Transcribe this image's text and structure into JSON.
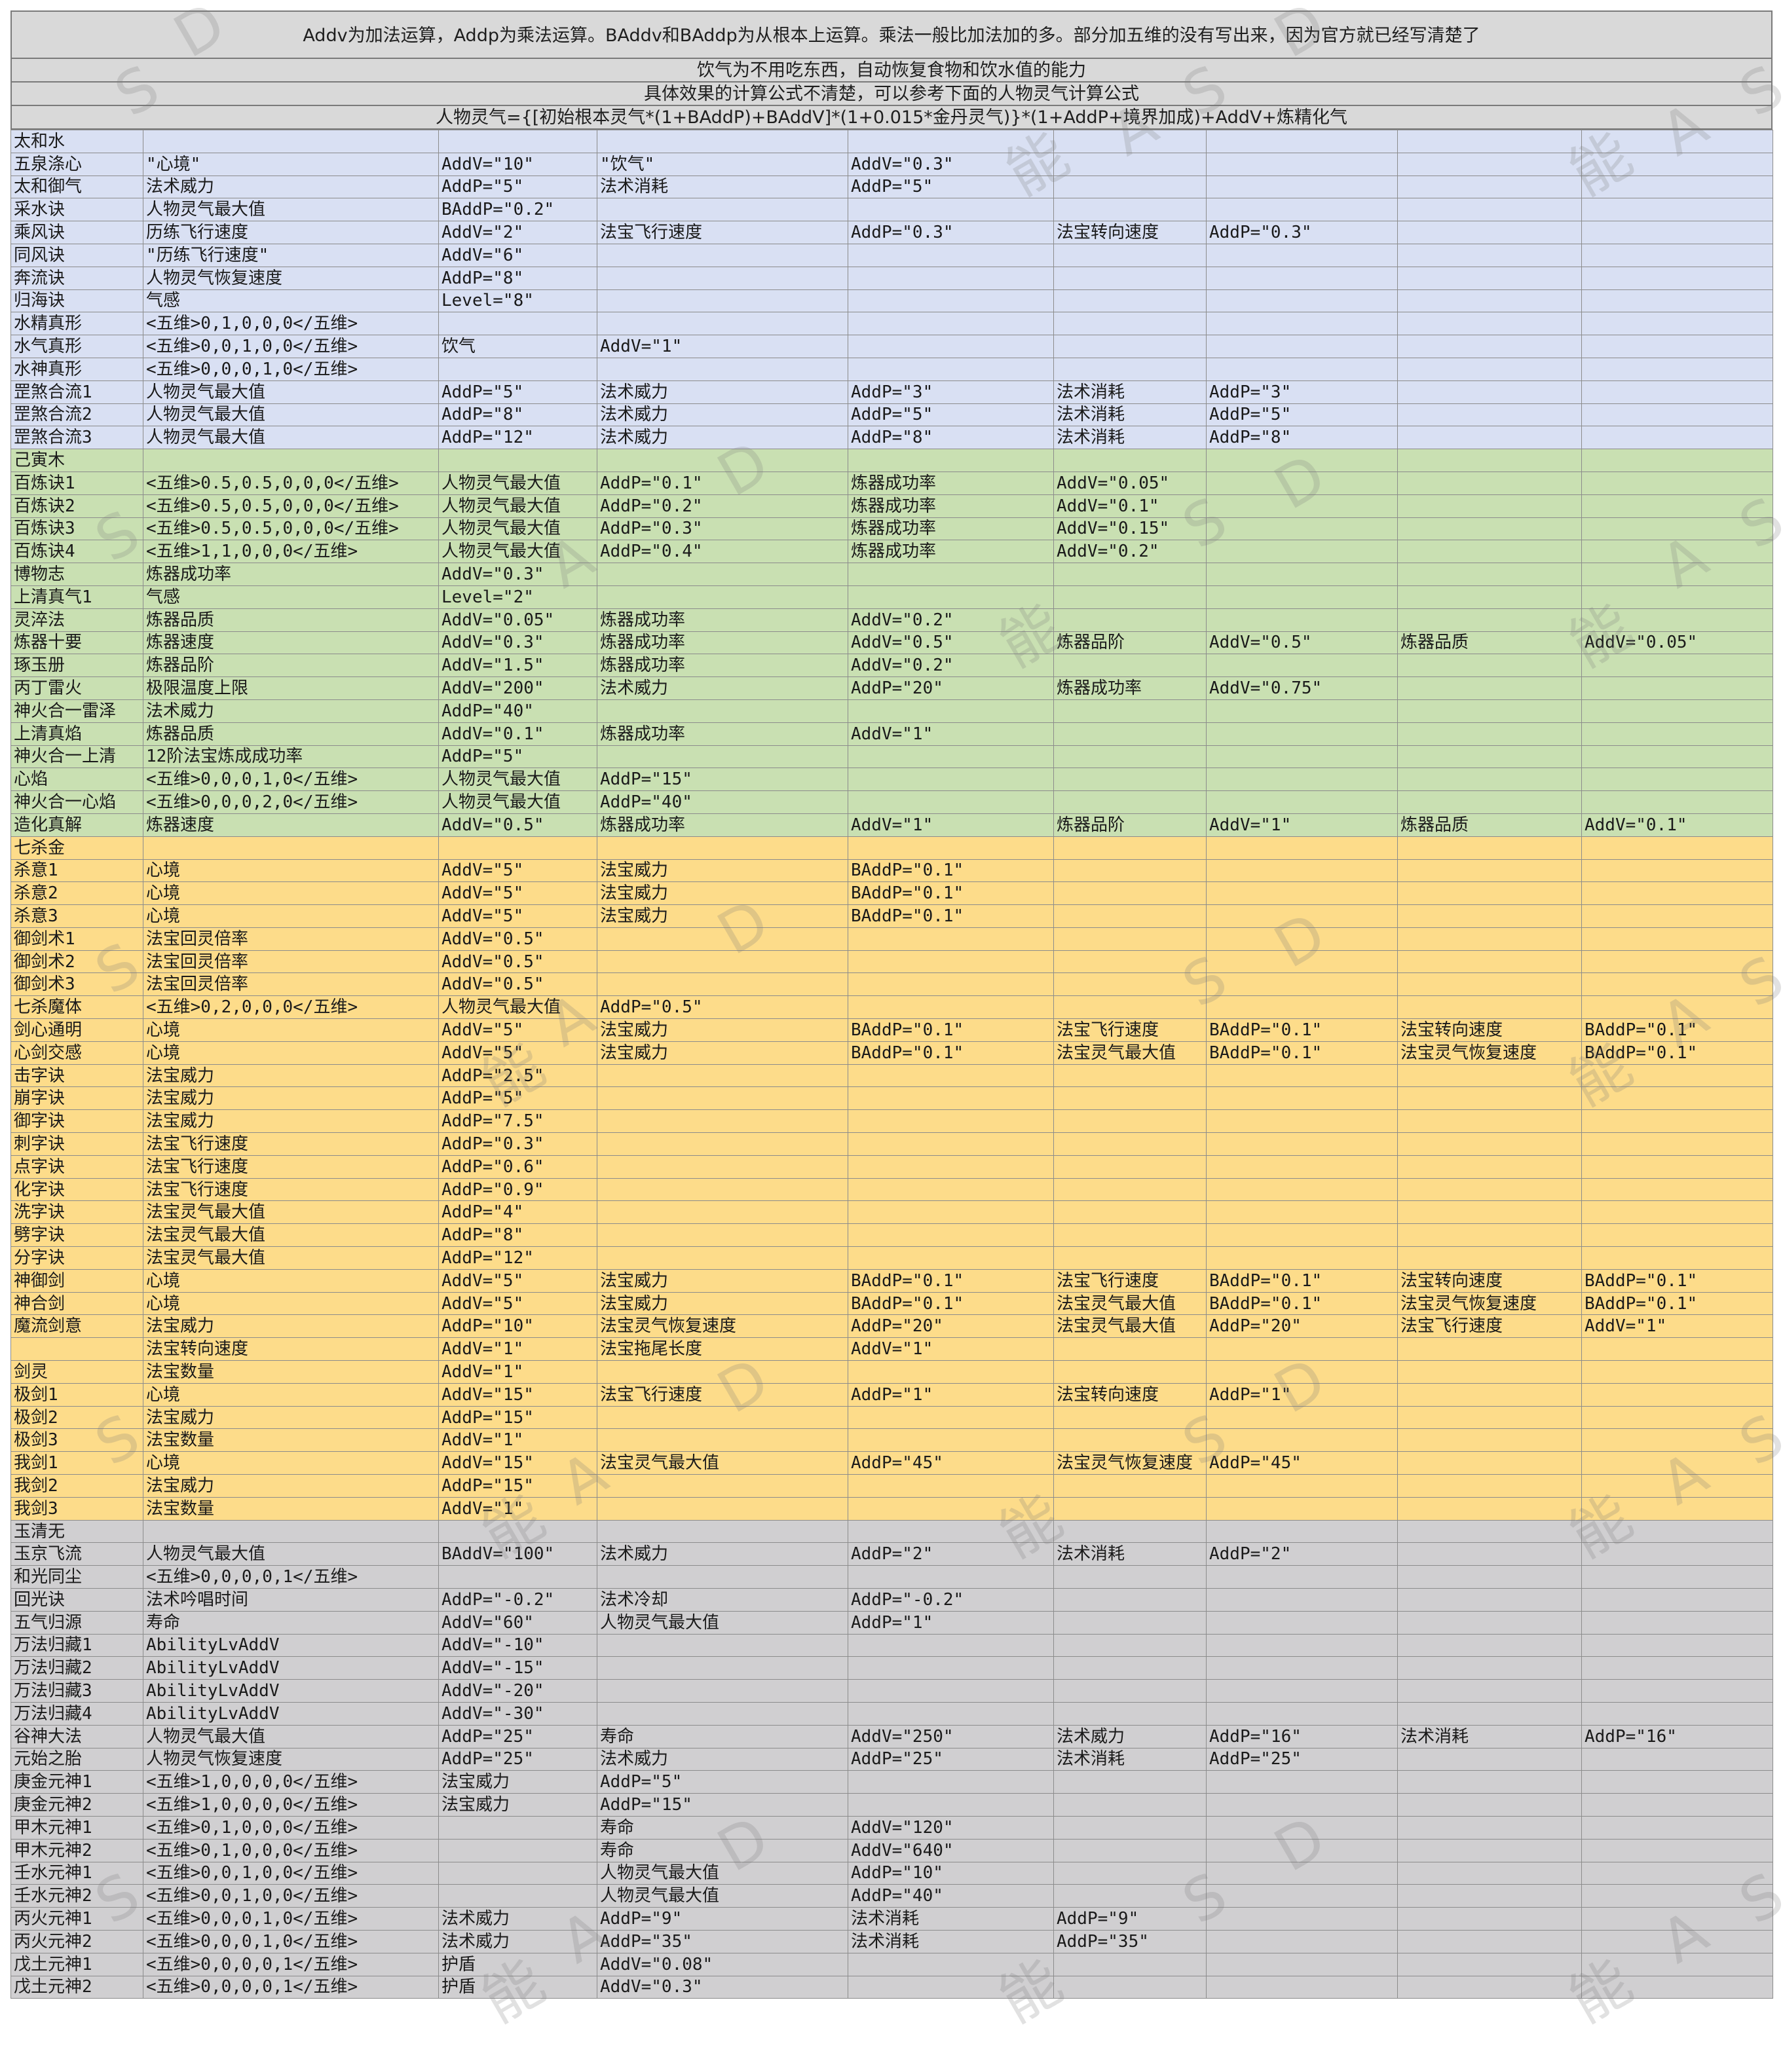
{
  "header": {
    "line1": "Addv为加法运算，Addp为乘法运算。BAddv和BAddp为从根本上运算。乘法一般比加法加的多。部分加五维的没有写出来，因为官方就已经写清楚了",
    "line2": "饮气为不用吃东西，自动恢复食物和饮水值的能力",
    "line3": "具体效果的计算公式不清楚，可以参考下面的人物灵气计算公式",
    "line4": "人物灵气={[初始根本灵气*(1+BAddP)+BAddV]*(1+0.015*金丹灵气)}*(1+AddP+境界加成)+AddV+炼精化气"
  },
  "watermark": {
    "glyphs": [
      "S",
      "D",
      "A",
      "能"
    ]
  },
  "groups": [
    {
      "title": "太和水",
      "color": "#d9e0f3",
      "rows": [
        [
          "五泉涤心",
          "\"心境\"",
          "AddV=\"10\"",
          "\"饮气\"",
          "AddV=\"0.3\""
        ],
        [
          "太和御气",
          "法术威力",
          "AddP=\"5\"",
          "法术消耗",
          "AddP=\"5\""
        ],
        [
          "采水诀",
          "人物灵气最大值",
          "BAddP=\"0.2\""
        ],
        [
          "乘风诀",
          "历练飞行速度",
          "AddV=\"2\"",
          "法宝飞行速度",
          "AddP=\"0.3\"",
          "法宝转向速度",
          "AddP=\"0.3\""
        ],
        [
          "同风诀",
          "\"历练飞行速度\"",
          "AddV=\"6\""
        ],
        [
          "奔流诀",
          "人物灵气恢复速度",
          "AddP=\"8\""
        ],
        [
          "归海诀",
          "气感",
          "Level=\"8\""
        ],
        [
          "水精真形",
          "<五维>0,1,0,0,0</五维>"
        ],
        [
          "水气真形",
          "<五维>0,0,1,0,0</五维>",
          "饮气",
          "AddV=\"1\""
        ],
        [
          "水神真形",
          "<五维>0,0,0,1,0</五维>"
        ],
        [
          "罡煞合流1",
          "人物灵气最大值",
          "AddP=\"5\"",
          "法术威力",
          "AddP=\"3\"",
          "法术消耗",
          "AddP=\"3\""
        ],
        [
          "罡煞合流2",
          "人物灵气最大值",
          "AddP=\"8\"",
          "法术威力",
          "AddP=\"5\"",
          "法术消耗",
          "AddP=\"5\""
        ],
        [
          "罡煞合流3",
          "人物灵气最大值",
          "AddP=\"12\"",
          "法术威力",
          "AddP=\"8\"",
          "法术消耗",
          "AddP=\"8\""
        ]
      ]
    },
    {
      "title": "己寅木",
      "color": "#c9e0b2",
      "rows": [
        [
          "百炼诀1",
          "<五维>0.5,0.5,0,0,0</五维>",
          "人物灵气最大值",
          "AddP=\"0.1\"",
          "炼器成功率",
          "AddV=\"0.05\""
        ],
        [
          "百炼诀2",
          "<五维>0.5,0.5,0,0,0</五维>",
          "人物灵气最大值",
          "AddP=\"0.2\"",
          "炼器成功率",
          "AddV=\"0.1\""
        ],
        [
          "百炼诀3",
          "<五维>0.5,0.5,0,0,0</五维>",
          "人物灵气最大值",
          "AddP=\"0.3\"",
          "炼器成功率",
          "AddV=\"0.15\""
        ],
        [
          "百炼诀4",
          "<五维>1,1,0,0,0</五维>",
          "人物灵气最大值",
          "AddP=\"0.4\"",
          "炼器成功率",
          "AddV=\"0.2\""
        ],
        [
          "博物志",
          "炼器成功率",
          "AddV=\"0.3\""
        ],
        [
          "上清真气1",
          "气感",
          "Level=\"2\""
        ],
        [
          "灵淬法",
          "炼器品质",
          "AddV=\"0.05\"",
          "炼器成功率",
          "AddV=\"0.2\""
        ],
        [
          "炼器十要",
          "炼器速度",
          "AddV=\"0.3\"",
          "炼器成功率",
          "AddV=\"0.5\"",
          "炼器品阶",
          "AddV=\"0.5\"",
          "炼器品质",
          "AddV=\"0.05\""
        ],
        [
          "琢玉册",
          "炼器品阶",
          "AddV=\"1.5\"",
          "炼器成功率",
          "AddV=\"0.2\""
        ],
        [
          "丙丁雷火",
          "极限温度上限",
          "AddV=\"200\"",
          "法术威力",
          "AddP=\"20\"",
          "炼器成功率",
          "AddV=\"0.75\""
        ],
        [
          "神火合一雷泽",
          "法术威力",
          "AddP=\"40\""
        ],
        [
          "上清真焰",
          "炼器品质",
          "AddV=\"0.1\"",
          "炼器成功率",
          "AddV=\"1\""
        ],
        [
          "神火合一上清",
          "12阶法宝炼成成功率",
          "AddP=\"5\""
        ],
        [
          "心焰",
          "<五维>0,0,0,1,0</五维>",
          "人物灵气最大值",
          "AddP=\"15\""
        ],
        [
          "神火合一心焰",
          "<五维>0,0,0,2,0</五维>",
          "人物灵气最大值",
          "AddP=\"40\""
        ],
        [
          "造化真解",
          "炼器速度",
          "AddV=\"0.5\"",
          "炼器成功率",
          "AddV=\"1\"",
          "炼器品阶",
          "AddV=\"1\"",
          "炼器品质",
          "AddV=\"0.1\""
        ]
      ]
    },
    {
      "title": "七杀金",
      "color": "#fddc8a",
      "rows": [
        [
          "杀意1",
          "心境",
          "AddV=\"5\"",
          "法宝威力",
          "BAddP=\"0.1\""
        ],
        [
          "杀意2",
          "心境",
          "AddV=\"5\"",
          "法宝威力",
          "BAddP=\"0.1\""
        ],
        [
          "杀意3",
          "心境",
          "AddV=\"5\"",
          "法宝威力",
          "BAddP=\"0.1\""
        ],
        [
          "御剑术1",
          "法宝回灵倍率",
          "AddV=\"0.5\""
        ],
        [
          "御剑术2",
          "法宝回灵倍率",
          "AddV=\"0.5\""
        ],
        [
          "御剑术3",
          "法宝回灵倍率",
          "AddV=\"0.5\""
        ],
        [
          "七杀魔体",
          "<五维>0,2,0,0,0</五维>",
          "人物灵气最大值",
          "AddP=\"0.5\""
        ],
        [
          "剑心通明",
          "心境",
          "AddV=\"5\"",
          "法宝威力",
          "BAddP=\"0.1\"",
          "法宝飞行速度",
          "BAddP=\"0.1\"",
          "法宝转向速度",
          "BAddP=\"0.1\""
        ],
        [
          "心剑交感",
          "心境",
          "AddV=\"5\"",
          "法宝威力",
          "BAddP=\"0.1\"",
          "法宝灵气最大值",
          "BAddP=\"0.1\"",
          "法宝灵气恢复速度",
          "BAddP=\"0.1\""
        ],
        [
          "击字诀",
          "法宝威力",
          "AddP=\"2.5\""
        ],
        [
          "崩字诀",
          "法宝威力",
          "AddP=\"5\""
        ],
        [
          "御字诀",
          "法宝威力",
          "AddP=\"7.5\""
        ],
        [
          "刺字诀",
          "法宝飞行速度",
          "AddP=\"0.3\""
        ],
        [
          "点字诀",
          "法宝飞行速度",
          "AddP=\"0.6\""
        ],
        [
          "化字诀",
          "法宝飞行速度",
          "AddP=\"0.9\""
        ],
        [
          "洗字诀",
          "法宝灵气最大值",
          "AddP=\"4\""
        ],
        [
          "劈字诀",
          "法宝灵气最大值",
          "AddP=\"8\""
        ],
        [
          "分字诀",
          "法宝灵气最大值",
          "AddP=\"12\""
        ],
        [
          "神御剑",
          "心境",
          "AddV=\"5\"",
          "法宝威力",
          "BAddP=\"0.1\"",
          "法宝飞行速度",
          "BAddP=\"0.1\"",
          "法宝转向速度",
          "BAddP=\"0.1\""
        ],
        [
          "神合剑",
          "心境",
          "AddV=\"5\"",
          "法宝威力",
          "BAddP=\"0.1\"",
          "法宝灵气最大值",
          "BAddP=\"0.1\"",
          "法宝灵气恢复速度",
          "BAddP=\"0.1\""
        ],
        [
          "魔流剑意",
          "法宝威力",
          "AddP=\"10\"",
          "法宝灵气恢复速度",
          "AddP=\"20\"",
          "法宝灵气最大值",
          "AddP=\"20\"",
          "法宝飞行速度",
          "AddV=\"1\""
        ],
        [
          "",
          "法宝转向速度",
          "AddV=\"1\"",
          "法宝拖尾长度",
          "AddV=\"1\""
        ],
        [
          "剑灵",
          "法宝数量",
          "AddV=\"1\""
        ],
        [
          "极剑1",
          "心境",
          "AddV=\"15\"",
          "法宝飞行速度",
          "AddP=\"1\"",
          "法宝转向速度",
          "AddP=\"1\""
        ],
        [
          "极剑2",
          "法宝威力",
          "AddP=\"15\""
        ],
        [
          "极剑3",
          "法宝数量",
          "AddV=\"1\""
        ],
        [
          "我剑1",
          "心境",
          "AddV=\"15\"",
          "法宝灵气最大值",
          "AddP=\"45\"",
          "法宝灵气恢复速度",
          "AddP=\"45\""
        ],
        [
          "我剑2",
          "法宝威力",
          "AddP=\"15\""
        ],
        [
          "我剑3",
          "法宝数量",
          "AddV=\"1\""
        ]
      ]
    },
    {
      "title": "玉清无",
      "color": "#d0cfd1",
      "rows": [
        [
          "玉京飞流",
          "人物灵气最大值",
          "BAddV=\"100\"",
          "法术威力",
          "AddP=\"2\"",
          "法术消耗",
          "AddP=\"2\""
        ],
        [
          "和光同尘",
          "<五维>0,0,0,0,1</五维>"
        ],
        [
          "回光诀",
          "法术吟唱时间",
          "AddP=\"-0.2\"",
          "法术冷却",
          "AddP=\"-0.2\""
        ],
        [
          "五气归源",
          "寿命",
          "AddV=\"60\"",
          "人物灵气最大值",
          "AddP=\"1\""
        ],
        [
          "万法归藏1",
          "AbilityLvAddV",
          "AddV=\"-10\""
        ],
        [
          "万法归藏2",
          "AbilityLvAddV",
          "AddV=\"-15\""
        ],
        [
          "万法归藏3",
          "AbilityLvAddV",
          "AddV=\"-20\""
        ],
        [
          "万法归藏4",
          "AbilityLvAddV",
          "AddV=\"-30\""
        ],
        [
          "谷神大法",
          "人物灵气最大值",
          "AddP=\"25\"",
          "寿命",
          "AddV=\"250\"",
          "法术威力",
          "AddP=\"16\"",
          "法术消耗",
          "AddP=\"16\""
        ],
        [
          "元始之胎",
          "人物灵气恢复速度",
          "AddP=\"25\"",
          "法术威力",
          "AddP=\"25\"",
          "法术消耗",
          "AddP=\"25\""
        ],
        [
          "庚金元神1",
          "<五维>1,0,0,0,0</五维>",
          "法宝威力",
          "AddP=\"5\""
        ],
        [
          "庚金元神2",
          "<五维>1,0,0,0,0</五维>",
          "法宝威力",
          "AddP=\"15\""
        ],
        [
          "甲木元神1",
          "<五维>0,1,0,0,0</五维>",
          "",
          "寿命",
          "AddV=\"120\""
        ],
        [
          "甲木元神2",
          "<五维>0,1,0,0,0</五维>",
          "",
          "寿命",
          "AddV=\"640\""
        ],
        [
          "壬水元神1",
          "<五维>0,0,1,0,0</五维>",
          "",
          "人物灵气最大值",
          "AddP=\"10\""
        ],
        [
          "壬水元神2",
          "<五维>0,0,1,0,0</五维>",
          "",
          "人物灵气最大值",
          "AddP=\"40\""
        ],
        [
          "丙火元神1",
          "<五维>0,0,0,1,0</五维>",
          "法术威力",
          "AddP=\"9\"",
          "法术消耗",
          "AddP=\"9\""
        ],
        [
          "丙火元神2",
          "<五维>0,0,0,1,0</五维>",
          "法术威力",
          "AddP=\"35\"",
          "法术消耗",
          "AddP=\"35\""
        ],
        [
          "戊土元神1",
          "<五维>0,0,0,0,1</五维>",
          "护盾",
          "AddV=\"0.08\""
        ],
        [
          "戊土元神2",
          "<五维>0,0,0,0,1</五维>",
          "护盾",
          "AddV=\"0.3\""
        ]
      ]
    }
  ]
}
